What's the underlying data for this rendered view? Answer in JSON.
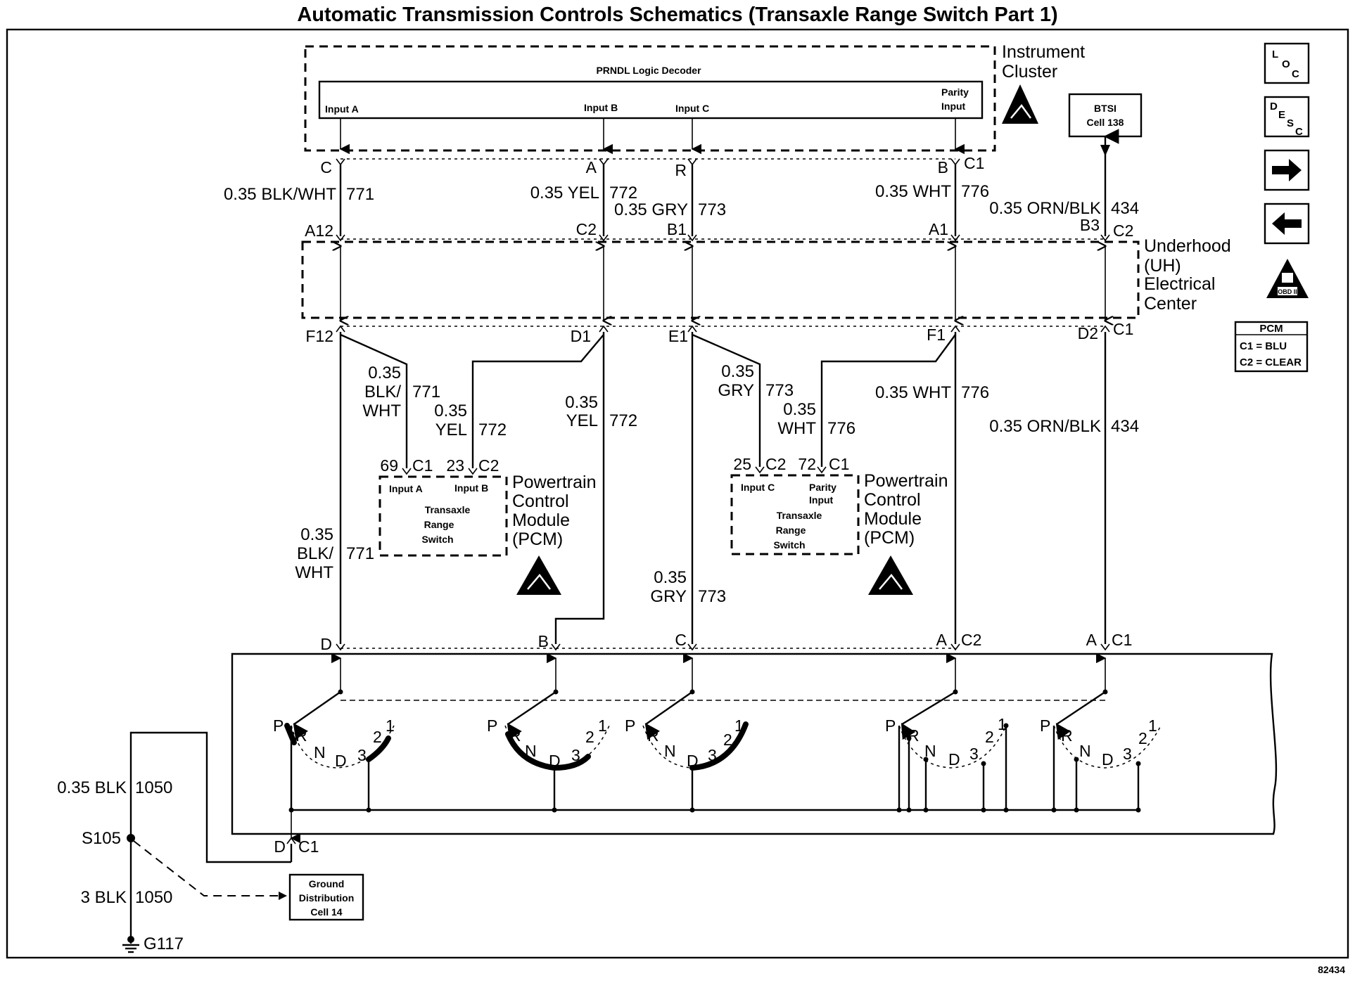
{
  "title": "Automatic Transmission Controls Schematics (Transaxle Range Switch Part 1)",
  "figure_number": "82434",
  "instrument_cluster": {
    "label_line1": "Instrument",
    "label_line2": "Cluster",
    "decoder_title": "PRNDL Logic Decoder",
    "inputs": [
      "Input A",
      "Input B",
      "Input C"
    ],
    "parity_line1": "Parity",
    "parity_line2": "Input"
  },
  "btsi": {
    "line1": "BTSI",
    "line2": "Cell 138"
  },
  "underhood": {
    "line1": "Underhood",
    "line2": "(UH)",
    "line3": "Electrical",
    "line4": "Center"
  },
  "legend": {
    "loc": [
      "L",
      "O",
      "C"
    ],
    "desc": [
      "D",
      "E",
      "S",
      "C"
    ],
    "obd": "OBD II",
    "pcm_title": "PCM",
    "pcm_c1": "C1 = BLU",
    "pcm_c2": "C2 = CLEAR"
  },
  "top_pins": {
    "cluster": [
      "C",
      "A",
      "R",
      "B"
    ],
    "cluster_conn": "C1",
    "uh_top": [
      "A12",
      "C2",
      "B1",
      "A1",
      "B3"
    ],
    "uh_top_conn": "C2",
    "uh_bottom": [
      "F12",
      "D1",
      "E1",
      "F1",
      "D2"
    ],
    "uh_bottom_conn": "C1"
  },
  "wires": {
    "w771": {
      "gauge": "0.35",
      "color": "BLK/WHT",
      "combined": "0.35 BLK/WHT",
      "color1": "BLK/",
      "color2": "WHT",
      "circuit": "771"
    },
    "w772": {
      "gauge": "0.35",
      "color": "YEL",
      "combined": "0.35 YEL",
      "circuit": "772"
    },
    "w773": {
      "gauge": "0.35",
      "color": "GRY",
      "combined": "0.35 GRY",
      "circuit": "773"
    },
    "w776": {
      "gauge": "0.35",
      "color": "WHT",
      "combined": "0.35 WHT",
      "circuit": "776"
    },
    "w434": {
      "combined": "0.35 ORN/BLK",
      "circuit": "434"
    },
    "w1050a": {
      "combined": "0.35 BLK",
      "circuit": "1050"
    },
    "w1050b": {
      "combined": "3 BLK",
      "circuit": "1050"
    }
  },
  "pcm_left": {
    "pin1": "69",
    "conn1": "C1",
    "pin2": "23",
    "conn2": "C2",
    "in1": "Input A",
    "in2": "Input B",
    "switch": [
      "Transaxle",
      "Range",
      "Switch"
    ]
  },
  "pcm_right": {
    "pin1": "25",
    "conn1": "C2",
    "pin2": "72",
    "conn2": "C1",
    "in1": "Input C",
    "in2_l1": "Parity",
    "in2_l2": "Input",
    "switch": [
      "Transaxle",
      "Range",
      "Switch"
    ]
  },
  "pcm_label": [
    "Powertrain",
    "Control",
    "Module",
    "(PCM)"
  ],
  "switch_pins": [
    "D",
    "B",
    "C",
    "A",
    "A"
  ],
  "switch_conn": [
    "C2",
    "C1"
  ],
  "positions": [
    "P",
    "R",
    "N",
    "D",
    "3",
    "2",
    "1"
  ],
  "ground": {
    "bottom_pin": "D",
    "bottom_conn": "C1",
    "splice": "S105",
    "ground": "G117",
    "gdc": [
      "Ground",
      "Distribution",
      "Cell 14"
    ]
  }
}
